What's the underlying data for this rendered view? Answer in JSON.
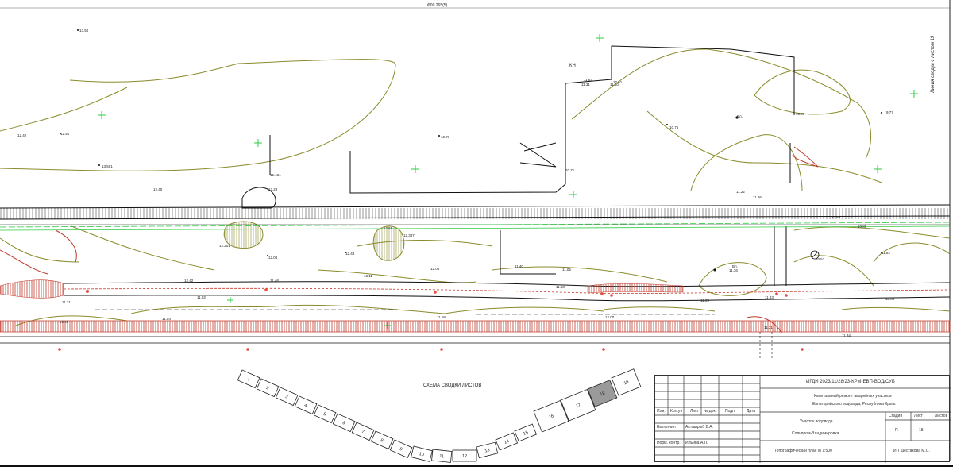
{
  "map": {
    "stamp_top": "Ф00 265(5)",
    "side_note": "Линия сводки с листом 19",
    "kn_label": "КН",
    "elevations": [
      "13.50",
      "12.42",
      "12.51",
      "13.591",
      "12.40",
      "12.461",
      "12.28",
      "12.71",
      "11.62",
      "11.31",
      "11.60",
      "12.51",
      "10.75",
      "10.86",
      "9.77",
      "10.71",
      "11.22",
      "11.86",
      "12.50",
      "12.347",
      "12.201",
      "12.08",
      "12.44",
      "13.11",
      "12.06",
      "11.40",
      "11.05",
      "11.58",
      "12.42",
      "11.48",
      "11.54",
      "11.31",
      "11.02",
      "11.59",
      "12.00",
      "11.21",
      "11.05",
      "11.36",
      "11.83",
      "10.57",
      "10.85",
      "12.40",
      "11.82",
      "10.80",
      "11.34",
      "10.65"
    ],
    "well_labels": [
      "Вл.",
      "Вл."
    ]
  },
  "scheme": {
    "title": "СХЕМА СВОДКИ ЛИСТОВ",
    "sheets": [
      "1",
      "2",
      "3",
      "4",
      "5",
      "6",
      "7",
      "8",
      "9",
      "10",
      "11",
      "12",
      "13",
      "14",
      "15",
      "16",
      "17",
      "18",
      "19"
    ],
    "current_sheet": "18"
  },
  "title_block": {
    "code": "ИГДИ 2023/11/28/23-КРМ-ЕВП-ВОД/СУБ",
    "project_line1": "Капитальный ремонт аварийных участков",
    "project_line2": "Евпаторийского водовода, Республика Крым.",
    "header_cells": [
      "Изм.",
      "Кол.уч",
      "Лист",
      "№ док",
      "Подп.",
      "Дата"
    ],
    "role1": "Выполнил",
    "name1": "Асташрыб В.А.",
    "role2": "Норм. контр.",
    "name2": "Ильина А.П.",
    "section_title": "Участок водовода",
    "section_subtitle": "Сольпром-Владимировка",
    "stage_label": "Стадия",
    "sheet_label": "Лист",
    "sheets_label": "Листов",
    "stage_value": "П",
    "sheet_value": "18",
    "plan_title": "Топографический план М 1:500",
    "org": "ИП Шестакова М.С."
  }
}
